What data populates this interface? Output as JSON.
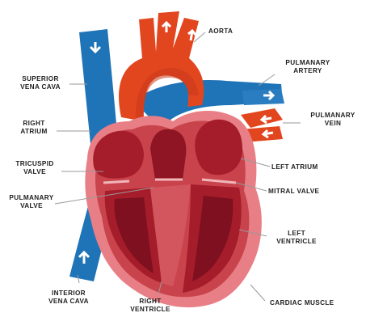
{
  "labels": {
    "aorta": "AORTA",
    "superior_vena_cava": "SUPERIOR\nVENA CAVA",
    "pulmonary_artery": "PULMANARY\nARTERY",
    "right_atrium": "RIGHT\nATRIUM",
    "pulmonary_vein": "PULMANARY\nVEIN",
    "tricuspid_valve": "TRICUSPID\nVALVE",
    "left_atrium": "LEFT ATRIUM",
    "pulmonary_valve": "PULMANARY\nVALVE",
    "mitral_valve": "MITRAL VALVE",
    "left_ventricle": "LEFT\nVENTRICLE",
    "interior_vena_cava": "INTERIOR\nVENA CAVA",
    "right_ventricle": "RIGHT\nVENTRICLE",
    "cardiac_muscle": "CARDIAC MUSCLE"
  },
  "colors": {
    "deoxygenated_blood": "#1f73b7",
    "oxygenated_blood": "#e2461f",
    "muscle_outer": "#e87f86",
    "muscle_inner": "#c9434c",
    "chamber": "#a51c2a",
    "chamber_dark": "#7e1020",
    "leader_line": "#9a9a9a",
    "arrow": "#ffffff"
  }
}
